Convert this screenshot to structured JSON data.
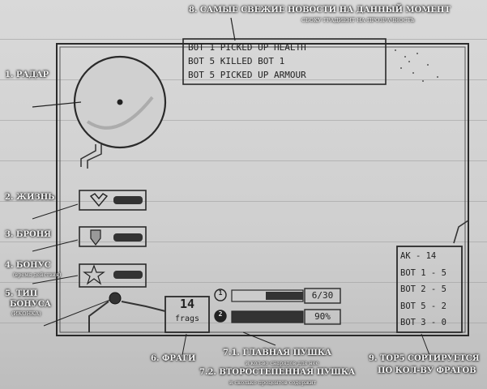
{
  "annotations": {
    "news_title": "8. САМЫЕ СВЕЖИЕ НОВОСТИ НА ДАННЫЙ МОМЕНТ",
    "news_sub": "СБОКУ ГРАДИЕНТ НА ПРОЗРАЧНОСТЬ",
    "radar": "1. РАДАР",
    "health": "2. ЖИЗНЬ",
    "armor": "3. БРОНЯ",
    "bonus": "4. БОНУС",
    "bonus_sub": "(время действия)",
    "bonus_type_1": "5. ТИП",
    "bonus_type_2": "БОНУСА",
    "bonus_type_sub": "(ИКОНКА)",
    "frags": "6. ФРАГИ",
    "main_gun": "7.1. ГЛАВНАЯ ПУШКА",
    "main_gun_sub": "и кол-во снарядов для нее",
    "second_gun": "7.2. ВТОРОСТЕПЕННАЯ ПУШКА",
    "second_gun_sub": "и сколько процентов содержит",
    "top5_1": "9. TOP5 СОРТИРУЕТСЯ",
    "top5_2": "ПО КОЛ-ВУ ФРАГОВ"
  },
  "news_feed": [
    "BOT 1 PICKED UP HEALTH",
    "BOT 5 KILLED BOT 1",
    "BOT 5 PICKED UP ARMOUR"
  ],
  "hud": {
    "frags_value": "14",
    "frags_label": "frags",
    "main_gun_number": "1",
    "main_gun_ammo": "6/30",
    "second_gun_number": "2",
    "second_gun_percent": "90%"
  },
  "top5": [
    "AK - 14",
    "BOT 1 - 5",
    "BOT 2 - 5",
    "BOT 5 - 2",
    "BOT 3 - 0"
  ]
}
